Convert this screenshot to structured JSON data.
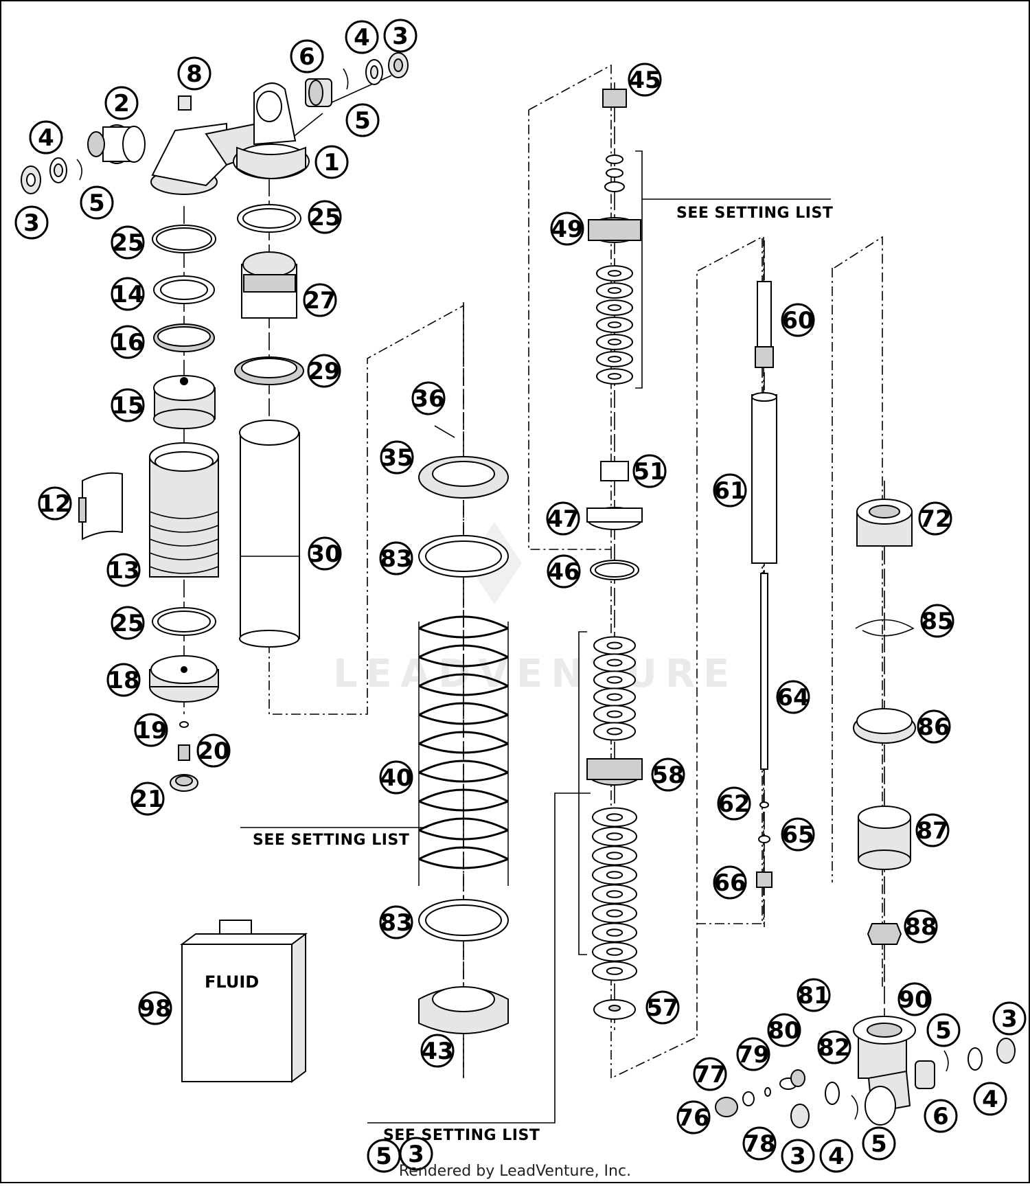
{
  "callouts": [
    "1",
    "2",
    "3",
    "3",
    "3",
    "3",
    "3",
    "4",
    "4",
    "4",
    "4",
    "5",
    "5",
    "5",
    "5",
    "5",
    "6",
    "6",
    "8",
    "12",
    "13",
    "14",
    "15",
    "16",
    "18",
    "19",
    "20",
    "21",
    "25",
    "25",
    "25",
    "27",
    "29",
    "30",
    "35",
    "36",
    "40",
    "43",
    "45",
    "46",
    "47",
    "49",
    "51",
    "57",
    "58",
    "60",
    "61",
    "62",
    "64",
    "65",
    "66",
    "72",
    "76",
    "77",
    "78",
    "79",
    "80",
    "81",
    "82",
    "83",
    "83",
    "85",
    "86",
    "87",
    "88",
    "90",
    "98"
  ],
  "notes": {
    "setting_list_top": "SEE SETTING LIST",
    "setting_list_mid": "SEE SETTING LIST",
    "setting_list_bottom": "SEE SETTING LIST"
  },
  "fluid_label": "FLUID",
  "watermark": "LEADVENTURE",
  "footer": "Rendered by LeadVenture, Inc."
}
